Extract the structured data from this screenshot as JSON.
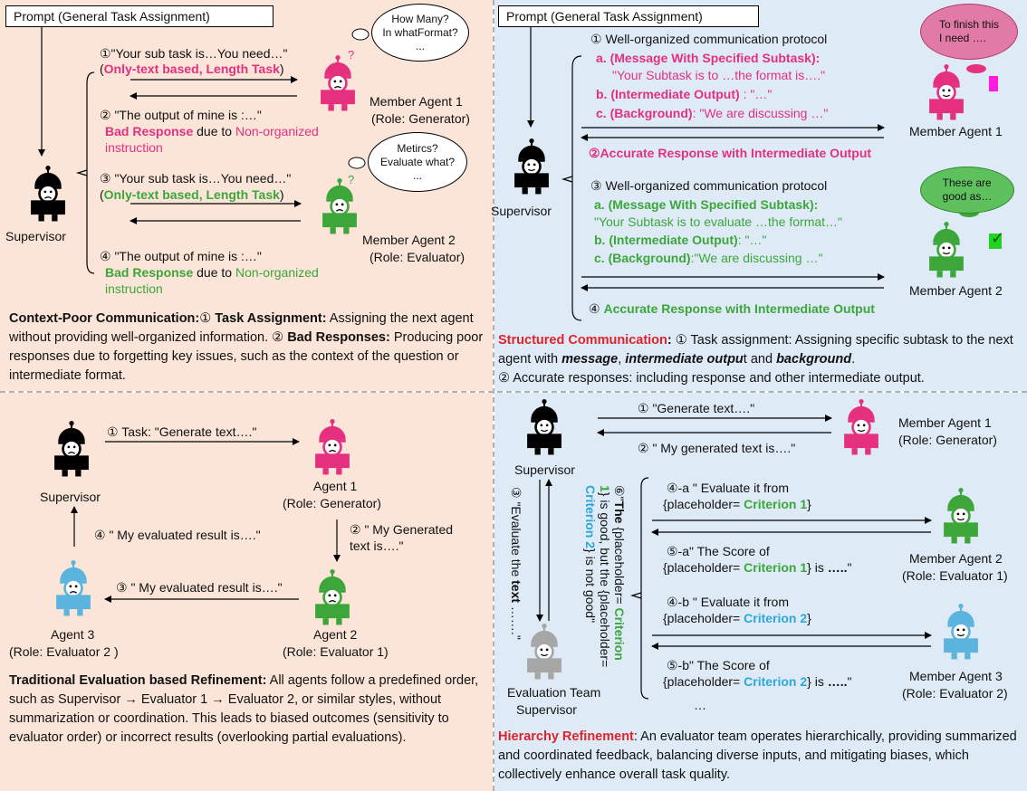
{
  "top_left": {
    "prompt": "Prompt (General Task Assignment)",
    "bubble1": [
      "How Many?",
      "In whatFormat?",
      "..."
    ],
    "bubble2": [
      "Metircs?",
      "Evaluate what?",
      "..."
    ],
    "q1": "?",
    "q2": "?",
    "step1_line1": "①\"Your sub task is…You need…\"",
    "step1_open": "(",
    "step1_line2": "Only-text based, Length Task",
    "step1_close": ")",
    "member1_name": "Member Agent 1",
    "member1_role": "(Role: Generator)",
    "step2_line1": "② \"The output of mine is :…\"",
    "step2_bad": "Bad Response",
    "step2_due": " due to ",
    "step2_non1": "Non-organized",
    "step2_non2": "instruction",
    "step3_line1": "③ \"Your sub task is…You need…\"",
    "step3_open": "(",
    "step3_line2": "Only-text based, Length Task",
    "step3_close": ")",
    "supervisor": "Supervisor",
    "member2_name": "Member Agent  2",
    "member2_role": "(Role: Evaluator)",
    "step4_line1": "④ \"The output of mine is :…\"",
    "step4_bad": "Bad Response",
    "step4_due": " due to ",
    "step4_non1": "Non-organized",
    "step4_non2": "instruction",
    "caption_title": "Context-Poor Communication:",
    "caption_c1": "①",
    "caption_bold1": " Task Assignment:",
    "caption_text1": " Assigning the next agent without providing well-organized information. ② ",
    "caption_bold2": "Bad Responses:",
    "caption_text2": " Producing poor responses due to forgetting key issues, such as the context of the question or intermediate format."
  },
  "top_right": {
    "prompt": "Prompt (General Task Assignment)",
    "bubble1": [
      "To finish this",
      "I need …."
    ],
    "bubble2": [
      "These are",
      "good as…"
    ],
    "step1": "① Well-organized communication protocol",
    "a1_lbl": "a.",
    "a1_title": " (Message With Specified Subtask):",
    "a1_text": "\"Your Subtask is to …the format is….\"",
    "b1_lbl": "b.",
    "b1_title": " (Intermediate Output)",
    "b1_text": " : \"…\"",
    "c1_lbl": "c.",
    "c1_title": "  (Background)",
    "c1_text": ": \"We are discussing …\"",
    "member1_name": "Member Agent 1",
    "step2": "②Accurate Response with Intermediate Output",
    "supervisor": "Supervisor",
    "step3": "③ Well-organized communication protocol",
    "a2_lbl": "a.",
    "a2_title": " (Message With Specified Subtask):",
    "a2_text": "\"Your Subtask is to evaluate …the format…\"",
    "b2_lbl": "b.",
    "b2_title": "  (Intermediate Output)",
    "b2_text": ": \"…\"",
    "c2_lbl": "c.",
    "c2_title": "  (Background)",
    "c2_text": ":\"We are discussing …\"",
    "member2_name": "Member Agent 2",
    "step4_num": "④ ",
    "step4": "Accurate Response with Intermediate Output",
    "check": "✓",
    "caption_title": "Structured Communication",
    "caption_colon": ":",
    "caption_t1": " ① Task assignment: Assigning specific subtask to the next agent with ",
    "caption_m": "message",
    "caption_comma": ", ",
    "caption_i": "intermediate outpu",
    "caption_t": "t and ",
    "caption_bg": "background",
    "caption_t2": ".",
    "caption_line3": "② Accurate responses: including response and other intermediate output."
  },
  "bottom_left": {
    "supervisor": "Supervisor",
    "task": "① Task:  \"Generate text….\"",
    "agent1": "Agent 1",
    "agent1_role": "(Role: Generator)",
    "step2_l1": "② \" My Generated",
    "step2_l2": "text is….\"",
    "step4": "④ \" My evaluated result is….\"",
    "step3": "③ \" My evaluated result is….\"",
    "agent3": "Agent 3",
    "agent3_role": "(Role: Evaluator 2 )",
    "agent2": "Agent 2",
    "agent2_role": "(Role: Evaluator 1)",
    "caption_title": "Traditional Evaluation based Refinement:",
    "caption_text": " All agents follow a predefined order, such as Supervisor → Evaluator 1 → Evaluator 2, or similar styles, without summarization or coordination. This leads to biased outcomes (sensitivity to evaluator order) or incorrect results (overlooking partial evaluations)."
  },
  "bottom_right": {
    "supervisor": "Supervisor",
    "gen": "① \"Generate text….\"",
    "gen_resp": "② \" My generated text is….\"",
    "member1_name": "Member Agent 1",
    "member1_role": "(Role: Generator)",
    "v3_a": "③ \"Evaluate the ",
    "v3_b": "text",
    "v3_c": " …….\"",
    "v6_line1_a": "⑥\"",
    "v6_line1_b": "The",
    "v6_line1_c": " {placeholder= ",
    "v6_line1_d": "Criterion",
    "v6_line2_a": "1",
    "v6_line2_b": "} is good, but the {placeholder=",
    "v6_line3_a": "Criterion 2",
    "v6_line3_b": "} is not good\"",
    "s4a_l1": "④-a \" Evaluate it from",
    "s4a_l2a": "{placeholder= ",
    "s4a_l2b": "Criterion 1",
    "s4a_l2c": "}",
    "s5a_l1": "⑤-a\" The Score of",
    "s5a_l2a": "{placeholder= ",
    "s5a_l2b": "Criterion 1",
    "s5a_l2c": "} is ",
    "s5a_l2d": "…..",
    "s5a_l2e": "\"",
    "member2_name": "Member Agent 2",
    "member2_role": "(Role: Evaluator 1)",
    "s4b_l1": "④-b \" Evaluate it from",
    "s4b_l2a": "{placeholder= ",
    "s4b_l2b": "Criterion 2",
    "s4b_l2c": "}",
    "s5b_l1": "⑤-b\" The Score of",
    "s5b_l2a": "{placeholder= ",
    "s5b_l2b": "Criterion 2",
    "s5b_l2c": "} is ",
    "s5b_l2d": "…..",
    "s5b_l2e": "\"",
    "ellipsis": "…",
    "member3_name": "Member Agent 3",
    "member3_role": "(Role: Evaluator 2)",
    "eval_team_l1": "Evaluation Team",
    "eval_team_l2": "Supervisor",
    "caption_title": "Hierarchy Refinement",
    "caption_text": ": An evaluator team operates hierarchically, providing summarized and coordinated feedback, balancing diverse inputs, and mitigating biases, which collectively enhance overall task quality."
  },
  "colors": {
    "pink": "#e4307f",
    "green": "#3ca63a",
    "blue": "#2fa6d8",
    "red": "#e0222a",
    "black": "#000000",
    "gray": "#a6a6a6"
  }
}
